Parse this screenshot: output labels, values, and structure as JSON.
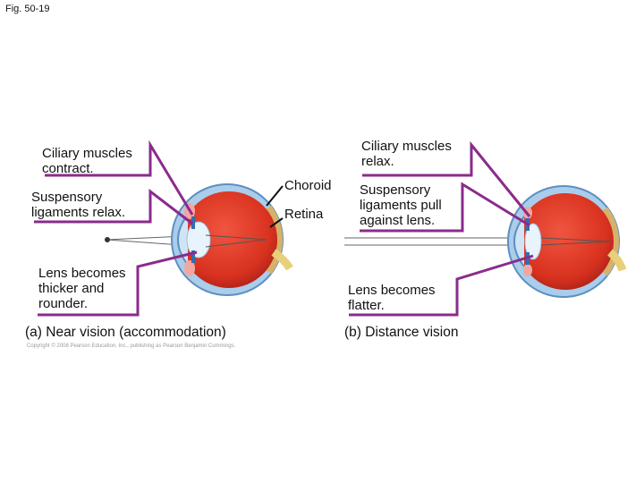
{
  "figure_label": "Fig. 50-19",
  "copyright": "Copyright © 2008 Pearson Education, Inc., publishing as Pearson Benjamin Cummings.",
  "near": {
    "ciliary": "Ciliary muscles\ncontract.",
    "suspensory": "Suspensory\nligaments relax.",
    "lens": "Lens becomes\nthicker and\nrounder.",
    "caption": "(a) Near vision (accommodation)"
  },
  "middle": {
    "choroid": "Choroid",
    "retina": "Retina"
  },
  "distance": {
    "ciliary": "Ciliary muscles\nrelax.",
    "suspensory": "Suspensory\nligaments pull\nagainst lens.",
    "lens": "Lens becomes\nflatter.",
    "caption": "(b) Distance vision"
  },
  "colors": {
    "label_line": "#8a2b8c",
    "pointer_line": "#111111",
    "eyeball": "#e03a2a",
    "sclera": "#7fb6e0",
    "choroid": "#c9a05a",
    "lens": "#e6f1fb"
  }
}
